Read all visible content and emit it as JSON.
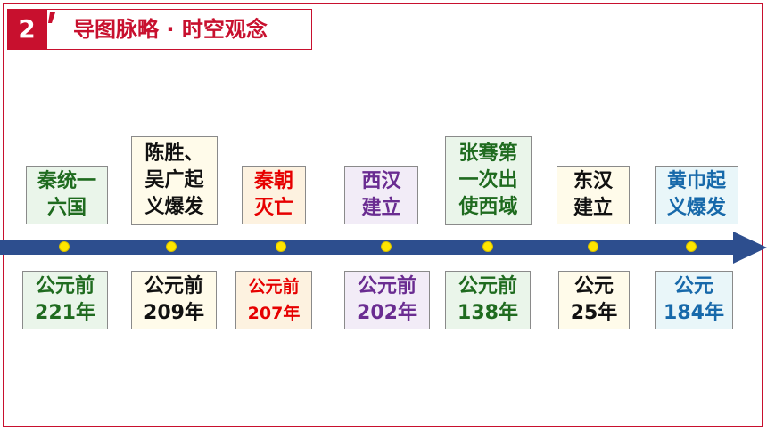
{
  "header": {
    "number": "2",
    "title": "导图脉略 · 时空观念"
  },
  "colors": {
    "accent": "#c8102e",
    "arrow": "#2d4e8e",
    "dot": "#ffe600"
  },
  "events": [
    {
      "lines": [
        "秦统一",
        "六国"
      ],
      "date": [
        "公元前",
        "221年"
      ],
      "color": "green"
    },
    {
      "lines": [
        "陈胜、",
        "吴广起",
        "义爆发"
      ],
      "date": [
        "公元前",
        "209年"
      ],
      "color": "black"
    },
    {
      "lines": [
        "秦朝",
        "灭亡"
      ],
      "date": [
        "公元前",
        "207年"
      ],
      "color": "red"
    },
    {
      "lines": [
        "西汉",
        "建立"
      ],
      "date": [
        "公元前",
        "202年"
      ],
      "color": "purple"
    },
    {
      "lines": [
        "张骞第",
        "一次出",
        "使西域"
      ],
      "date": [
        "公元前",
        "138年"
      ],
      "color": "green"
    },
    {
      "lines": [
        "东汉",
        "建立"
      ],
      "date": [
        "公元",
        "25年"
      ],
      "color": "black"
    },
    {
      "lines": [
        "黄巾起",
        "义爆发"
      ],
      "date": [
        "公元",
        "184年"
      ],
      "color": "blue"
    }
  ]
}
